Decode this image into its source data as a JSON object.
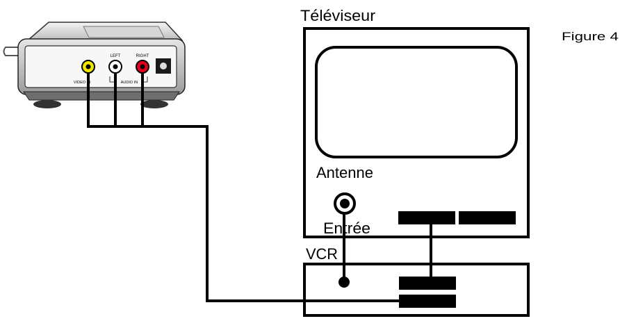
{
  "labels": {
    "tv": "Téléviseur",
    "figure": "Figure 4",
    "antenna": "Antenne",
    "input": "Entrée",
    "vcr": "VCR"
  },
  "device": {
    "jack_left": "LEFT",
    "jack_right": "RIGHT",
    "video_in": "VIDEO IN",
    "audio_in": "AUDIO IN"
  },
  "colors": {
    "video_jack": "#f2e600",
    "left_jack": "#ffffff",
    "right_jack": "#e3001b",
    "line": "#000000",
    "device_body": "#c8c8c8"
  }
}
